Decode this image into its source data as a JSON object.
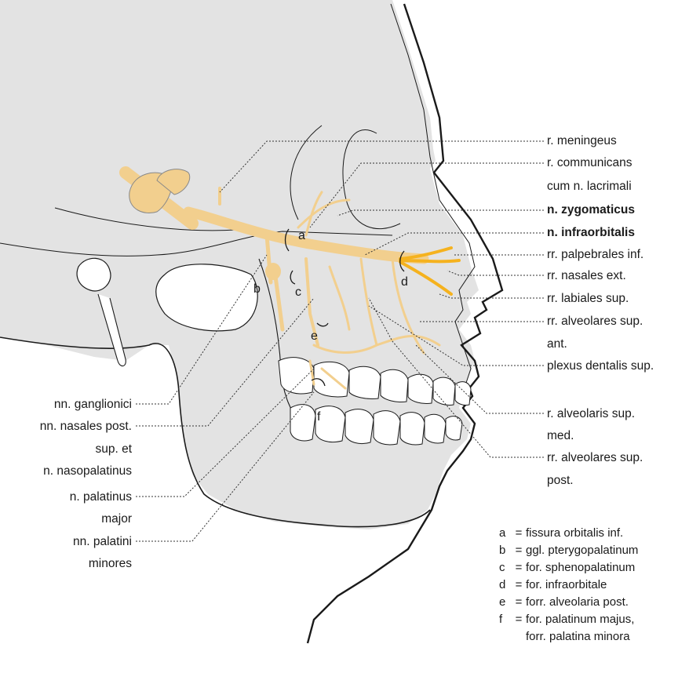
{
  "colors": {
    "nerve": "#f2cf8e",
    "nerve_highlight": "#f5b21e",
    "skull_fill": "#e3e3e3",
    "outline": "#1a1a1a",
    "leader": "#333333"
  },
  "letters": {
    "a": "a",
    "b": "b",
    "c": "c",
    "d": "d",
    "e": "e",
    "f": "f"
  },
  "labels_right": {
    "r_meningeus": "r. meningeus",
    "r_communicans_1": "r. communicans",
    "r_communicans_2": "cum n. lacrimali",
    "n_zygomaticus": "n. zygomaticus",
    "n_infraorbitalis": "n. infraorbitalis",
    "rr_palpebrales": "rr. palpebrales inf.",
    "rr_nasales_ext": "rr. nasales ext.",
    "rr_labiales": "rr. labiales sup.",
    "rr_alveolares_ant_1": "rr. alveolares sup.",
    "rr_alveolares_ant_2": "ant.",
    "plexus": "plexus dentalis sup.",
    "r_alveolaris_med_1": "r. alveolaris sup.",
    "r_alveolaris_med_2": "med.",
    "rr_alveolares_post_1": "rr. alveolares sup.",
    "rr_alveolares_post_2": "post."
  },
  "labels_left": {
    "nn_ganglionici": "nn. ganglionici",
    "nn_nasales_1": "nn. nasales post.",
    "nn_nasales_2": "sup. et",
    "nn_nasales_3": "n. nasopalatinus",
    "n_palatinus_1": "n. palatinus",
    "n_palatinus_2": "major",
    "nn_palatini_1": "nn. palatini",
    "nn_palatini_2": "minores"
  },
  "legend": [
    {
      "key": "a",
      "eq": "=",
      "text": "fissura orbitalis inf."
    },
    {
      "key": "b",
      "eq": "=",
      "text": "ggl. pterygopalatinum"
    },
    {
      "key": "c",
      "eq": "=",
      "text": "for. sphenopalatinum"
    },
    {
      "key": "d",
      "eq": "=",
      "text": "for. infraorbitale"
    },
    {
      "key": "e",
      "eq": "=",
      "text": "forr. alveolaria post."
    },
    {
      "key": "f",
      "eq": "=",
      "text": "for. palatinum majus,"
    },
    {
      "key": "",
      "eq": "",
      "text": "forr. palatina minora"
    }
  ]
}
